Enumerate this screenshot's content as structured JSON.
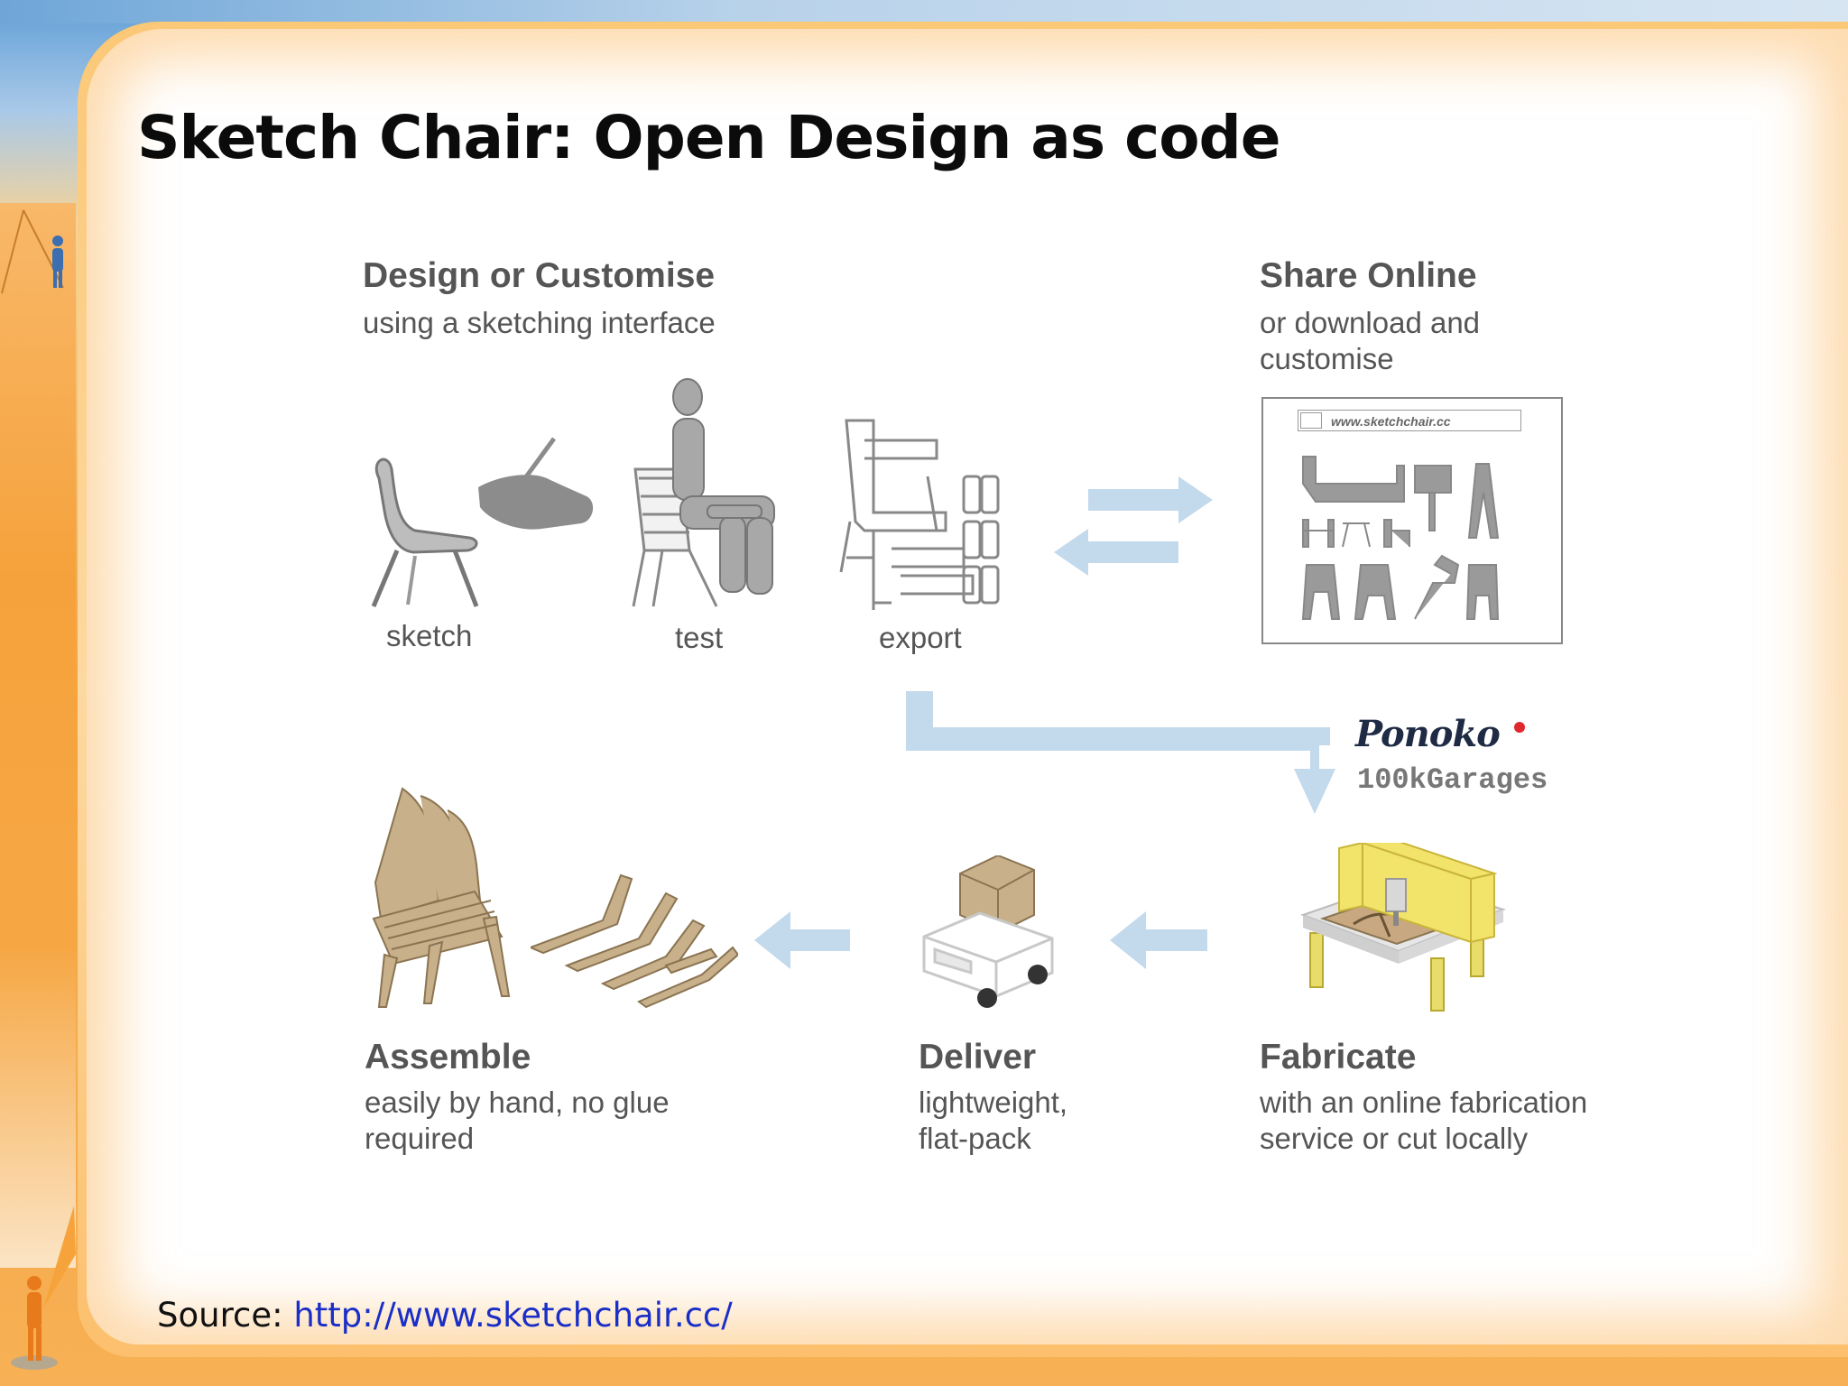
{
  "slide": {
    "title": "Sketch Chair: Open Design as code",
    "source_label": "Source:",
    "source_url": "http://www.sketchchair.cc/"
  },
  "steps": {
    "design": {
      "title": "Design or Customise",
      "description": "using a sketching interface"
    },
    "share": {
      "title": "Share Online",
      "description": "or download and customise"
    },
    "assemble": {
      "title": "Assemble",
      "description": "easily by hand, no glue required"
    },
    "deliver": {
      "title": "Deliver",
      "description": "lightweight, flat-pack"
    },
    "fabricate": {
      "title": "Fabricate",
      "description": "with an online fabrication service or cut locally"
    }
  },
  "icon_labels": {
    "sketch": "sketch",
    "test": "test",
    "export": "export"
  },
  "website": {
    "url": "www.sketchchair.cc"
  },
  "fabricators": {
    "ponoko": "Ponoko",
    "garages": "100kGarages"
  },
  "colors": {
    "arrow": "#c3d9ec",
    "text": "#555555",
    "plywood": "#c8b08a",
    "frame_orange": "#f6a33c"
  }
}
